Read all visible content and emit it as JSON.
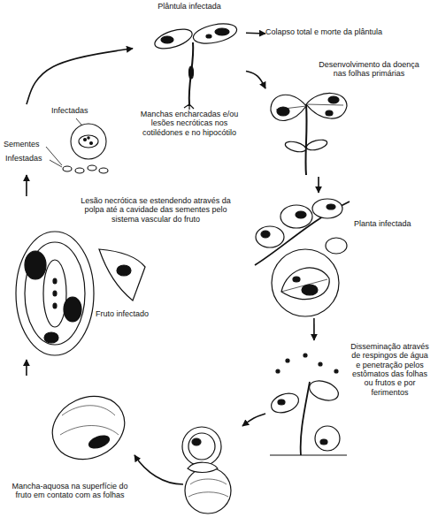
{
  "diagram": {
    "nodes": [
      {
        "text": [
          "Plântula infectada",
          "Manchas encharcadas e/ou lesões necróticas nos cotilédones e no hipocótilo"
        ]
      },
      {
        "text": [
          "Colapso total e morte da plântula"
        ]
      },
      {
        "text": [
          "Desenvolvimento da doença nas folhas primárias"
        ]
      },
      {
        "text": [
          "Planta infectada"
        ]
      },
      {
        "text": [
          "Disseminação através de respingos de água e penetração pelos estômatos das folhas ou frutos e por ferimentos"
        ]
      },
      {
        "text": [
          "Mancha-aquosa na superfície do fruto em contato com as folhas"
        ]
      },
      {
        "text": [
          "Lesão necrótica se estendendo através da polpa até a cavidade das sementes pelo sistema vascular do fruto",
          "Fruto infectado"
        ]
      },
      {
        "text": [
          "Infectadas",
          "Sementes",
          "Infestadas"
        ]
      }
    ],
    "edges": [
      {
        "from": 0,
        "to": 1,
        "arrow": "to"
      },
      {
        "from": 0,
        "to": 2,
        "arrow": "to"
      },
      {
        "from": 2,
        "to": 3,
        "arrow": "to"
      },
      {
        "from": 3,
        "to": 4,
        "arrow": "to"
      },
      {
        "from": 4,
        "to": 5,
        "arrow": "to"
      },
      {
        "from": 5,
        "to": 6,
        "arrow": "to"
      },
      {
        "from": 6,
        "to": 7,
        "arrow": "to"
      },
      {
        "from": 7,
        "to": 0,
        "arrow": "to"
      }
    ]
  }
}
